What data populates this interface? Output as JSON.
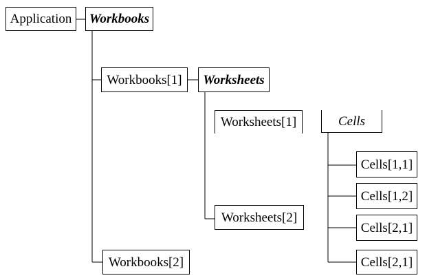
{
  "nodes": {
    "application": "Application",
    "workbooks": "Workbooks",
    "workbooks_1": "Workbooks[1]",
    "workbooks_2": "Workbooks[2]",
    "worksheets": "Worksheets",
    "worksheets_1": "Worksheets[1]",
    "worksheets_2": "Worksheets[2]",
    "cells": "Cells",
    "cells_1_1": "Cells[1,1]",
    "cells_1_2": "Cells[1,2]",
    "cells_2_1a": "Cells[2,1]",
    "cells_2_1b": "Cells[2,1]"
  }
}
